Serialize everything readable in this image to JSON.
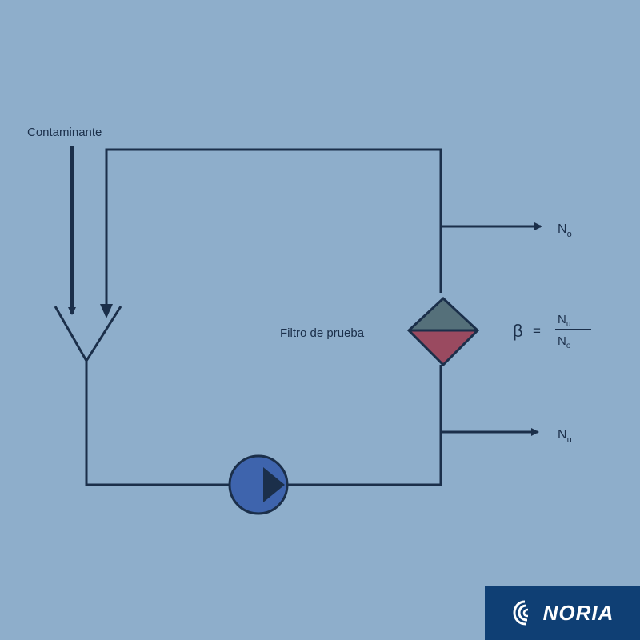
{
  "labels": {
    "contaminant": "Contaminante",
    "filter": "Filtro de prueba",
    "n_out_base": "N",
    "n_out_sub": "o",
    "n_up_base": "N",
    "n_up_sub": "u",
    "beta_symbol": "β",
    "equals": "=",
    "frac_num_base": "N",
    "frac_num_sub": "u",
    "frac_den_base": "N",
    "frac_den_sub": "o"
  },
  "logo": {
    "text": "NORIA"
  },
  "colors": {
    "background": "#8eaecb",
    "line": "#1b2f4a",
    "filter_top": "#55707a",
    "filter_bottom": "#9a4a60",
    "pump": "#3e64ad",
    "logo_bg": "#0f3f74"
  }
}
